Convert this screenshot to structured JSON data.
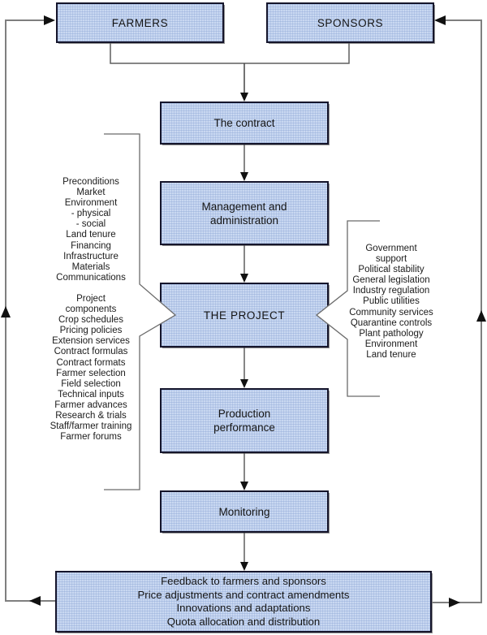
{
  "diagram_title": "Contract farming structure flowchart",
  "colors": {
    "box_fill": "#c9d8f1",
    "box_border": "#15152b",
    "feedback_line": "#7f7f7f",
    "arrow": "#111111",
    "text": "#1b1b1b"
  },
  "boxes": {
    "farmers": {
      "label": "FARMERS"
    },
    "sponsors": {
      "label": "SPONSORS"
    },
    "contract": {
      "label": "The contract"
    },
    "management": {
      "label": "Management and\nadministration"
    },
    "project": {
      "label": "THE PROJECT"
    },
    "production": {
      "label": "Production\nperformance"
    },
    "monitoring": {
      "label": "Monitoring"
    },
    "feedback": {
      "lines": [
        "Feedback to farmers and sponsors",
        "Price adjustments and contract amendments",
        "Innovations and adaptations",
        "Quota allocation and distribution"
      ]
    }
  },
  "left_list": {
    "group1": [
      "Preconditions",
      "Market",
      "Environment",
      "- physical",
      "- social",
      "Land tenure",
      "Financing",
      "Infrastructure",
      "Materials",
      "Communications"
    ],
    "group2": [
      "Project",
      "components",
      "Crop schedules",
      "Pricing policies",
      "Extension services",
      "Contract formulas",
      "Contract formats",
      "Farmer selection",
      "Field selection",
      "Technical inputs",
      "Farmer advances",
      "Research & trials",
      "Staff/farmer training",
      "Farmer forums"
    ]
  },
  "right_list": {
    "lines": [
      "Government",
      "support",
      "Political stability",
      "General legislation",
      "Industry regulation",
      "Public utilities",
      "Community services",
      "Quarantine controls",
      "Plant pathology",
      "Environment",
      "Land tenure"
    ]
  }
}
